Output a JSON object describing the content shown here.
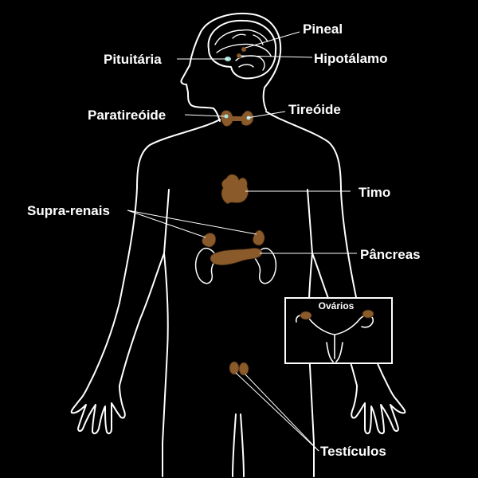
{
  "labels": {
    "pineal": "Pineal",
    "pituitaria": "Pituitária",
    "hipotalamo": "Hipotálamo",
    "paratireoide": "Paratireóide",
    "tireoide": "Tireóide",
    "timo": "Timo",
    "supra_renais": "Supra-renais",
    "pancreas": "Pâncreas",
    "ovarios": "Ovários",
    "testiculos": "Testículos"
  },
  "colors": {
    "background": "#000000",
    "outline": "#ffffff",
    "gland": "#8b5a2b",
    "gland_highlight": "#a8e6e0"
  }
}
